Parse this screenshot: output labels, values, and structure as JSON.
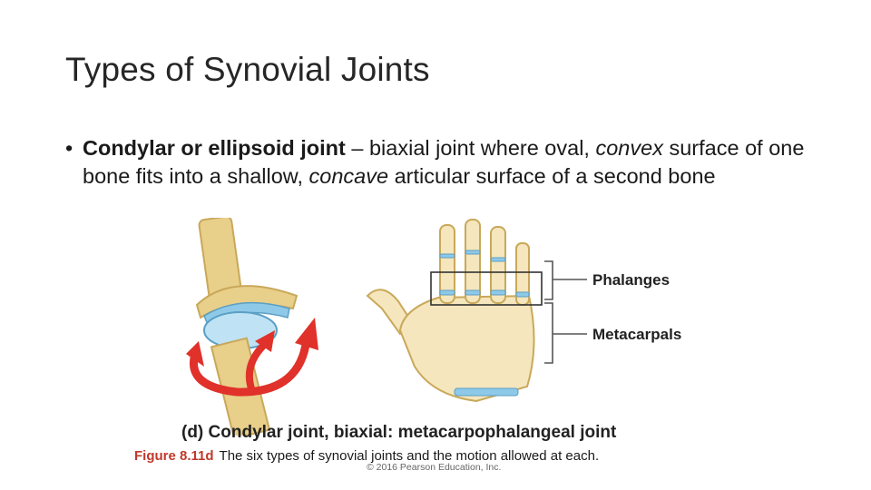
{
  "slide": {
    "title": "Types of Synovial Joints",
    "bullet": {
      "term": "Condylar or ellipsoid joint",
      "dash": " – biaxial joint where oval, ",
      "em1": "convex",
      "mid": " surface of one bone fits into a shallow, ",
      "em2": "concave",
      "end": " articular surface of a second bone"
    },
    "figure": {
      "labels": {
        "phalanges": "Phalanges",
        "metacarpals": "Metacarpals"
      },
      "subcaption": "(d) Condylar joint, biaxial: metacarpophalangeal joint",
      "caption_number": "Figure 8.11d",
      "caption_text": "The six types of synovial joints and the motion allowed at each.",
      "copyright": "© 2016 Pearson Education, Inc."
    }
  },
  "colors": {
    "bone": "#e8cf8a",
    "cartilage": "#8fc9e8",
    "arrow": "#e0312a",
    "caption_red": "#c0392b"
  }
}
